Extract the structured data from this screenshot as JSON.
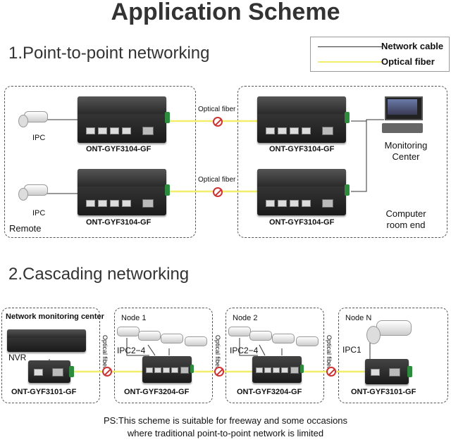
{
  "title": "Application Scheme",
  "legend": {
    "network_cable": "Network cable",
    "optical_fiber": "Optical fiber"
  },
  "section1": {
    "heading": "1.Point-to-point networking",
    "ipc_label": "IPC",
    "remote_label": "Remote",
    "device_model": "ONT-GYF3104-GF",
    "optical_fiber_label": "Optical fiber",
    "monitoring_center": "Monitoring Center",
    "computer_room_end": "Computer room end"
  },
  "section2": {
    "heading": "2.Cascading networking",
    "network_monitoring_center": "Network monitoring center",
    "nvr_label": "NVR",
    "node1": "Node 1",
    "node2": "Node 2",
    "nodeN": "Node N",
    "ipc_range": "IPC2−4",
    "ipc1": "IPC1",
    "optical_fiber_label": "Optical fiber",
    "model_3101": "ONT-GYF3101-GF",
    "model_3204": "ONT-GYF3204-GF"
  },
  "note": {
    "line1": "PS:This scheme is suitable for freeway and some occasions",
    "line2": "where traditional point-to-point network is limited"
  },
  "colors": {
    "fiber": "#f2ee6a",
    "cable": "#333333",
    "border": "#555555"
  }
}
